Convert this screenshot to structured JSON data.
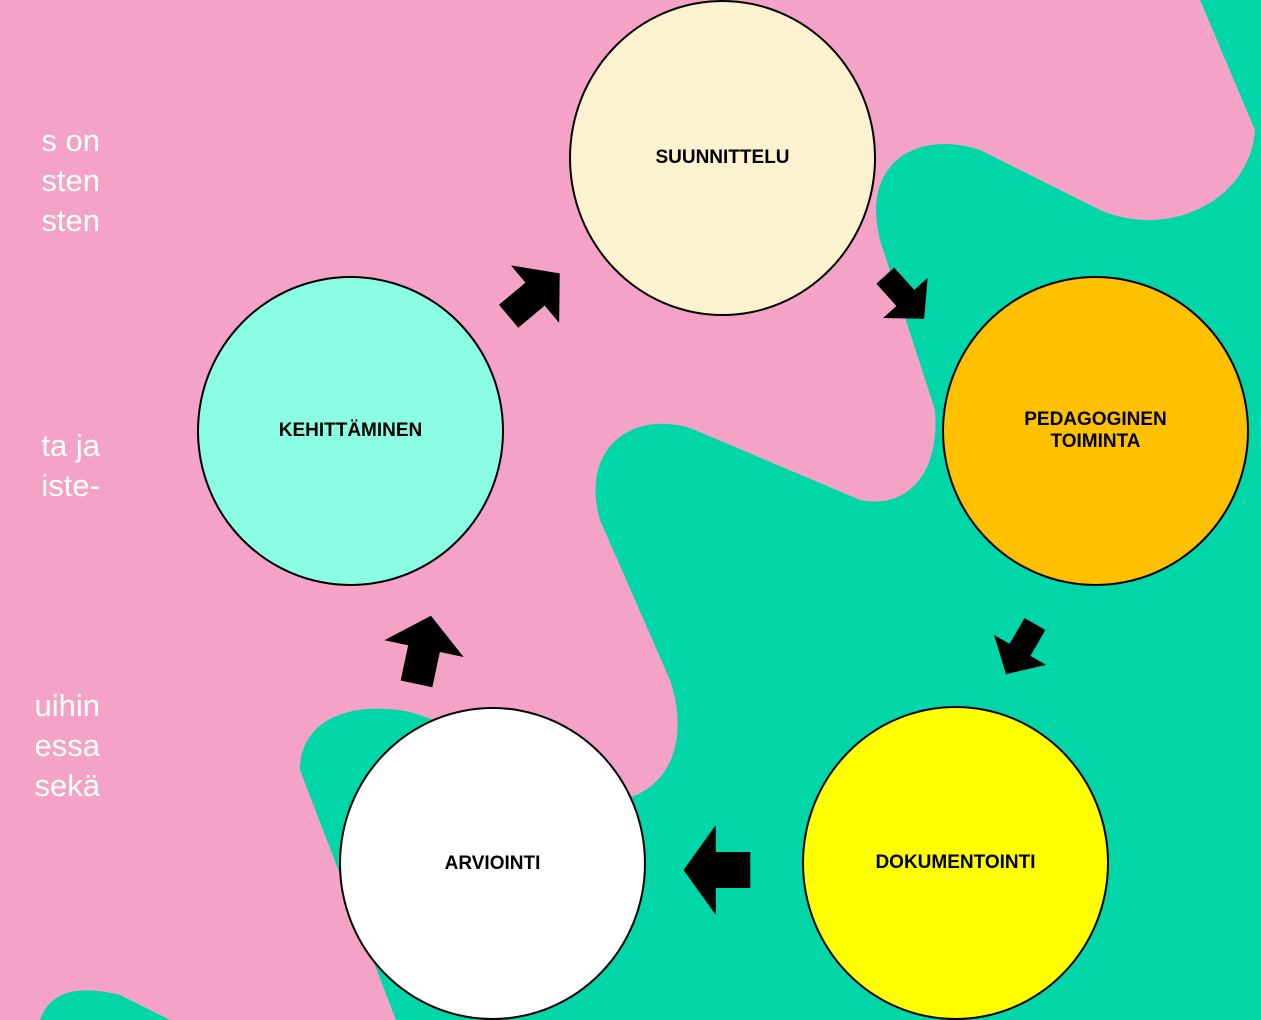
{
  "colors": {
    "background": "#f4a3c6",
    "green_shape": "#00d6a8",
    "text": "#ffffff",
    "arrow": "#000000",
    "outline": "#000000"
  },
  "text_fragments": [
    [
      "s  on",
      "sten",
      "sten"
    ],
    [
      "ta ja",
      "iste-"
    ],
    [
      "uihin",
      "essa",
      "sekä"
    ]
  ],
  "cycle": {
    "nodes": [
      {
        "id": "suunnittelu",
        "label": "SUUNNITTELU",
        "fill": "#fdf2cf"
      },
      {
        "id": "pedagoginen-toiminta",
        "label": "PEDAGOGINEN\nTOIMINTA",
        "fill": "#ffc000"
      },
      {
        "id": "dokumentointi",
        "label": "DOKUMENTOINTI",
        "fill": "#ffff00"
      },
      {
        "id": "arviointi",
        "label": "ARVIOINTI",
        "fill": "#ffffff"
      },
      {
        "id": "kehittaminen",
        "label": "KEHITTÄMINEN",
        "fill": "#8bfde3"
      }
    ],
    "arrows": [
      {
        "from": "suunnittelu",
        "to": "pedagoginen-toiminta"
      },
      {
        "from": "pedagoginen-toiminta",
        "to": "dokumentointi"
      },
      {
        "from": "dokumentointi",
        "to": "arviointi"
      },
      {
        "from": "arviointi",
        "to": "kehittaminen"
      },
      {
        "from": "kehittaminen",
        "to": "suunnittelu"
      }
    ]
  }
}
